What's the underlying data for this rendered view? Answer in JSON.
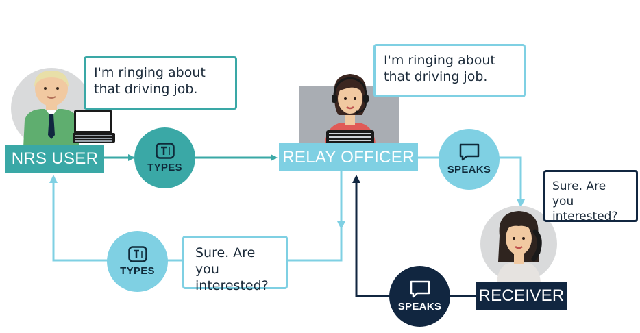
{
  "colors": {
    "teal": "#3aa8a6",
    "light_blue": "#7fd0e3",
    "navy": "#112640",
    "gray_panel": "#a9adb3"
  },
  "nrs_user": {
    "label": "NRS USER",
    "bubble_text": "I'm ringing about that driving job."
  },
  "relay_officer": {
    "label": "RELAY OFFICER",
    "bubble_text": "I'm ringing about that driving job."
  },
  "receiver": {
    "label": "RECEIVER",
    "bubble_text": "Sure. Are you interested?"
  },
  "reply_bubble": {
    "text": "Sure. Are you interested?"
  },
  "actions": {
    "types_top": {
      "label": "TYPES",
      "icon": "text-type-icon"
    },
    "types_bottom": {
      "label": "TYPES",
      "icon": "text-type-icon"
    },
    "speaks_top": {
      "label": "SPEAKS",
      "icon": "speech-bubble-icon"
    },
    "speaks_bottom": {
      "label": "SPEAKS",
      "icon": "speech-bubble-icon"
    }
  }
}
